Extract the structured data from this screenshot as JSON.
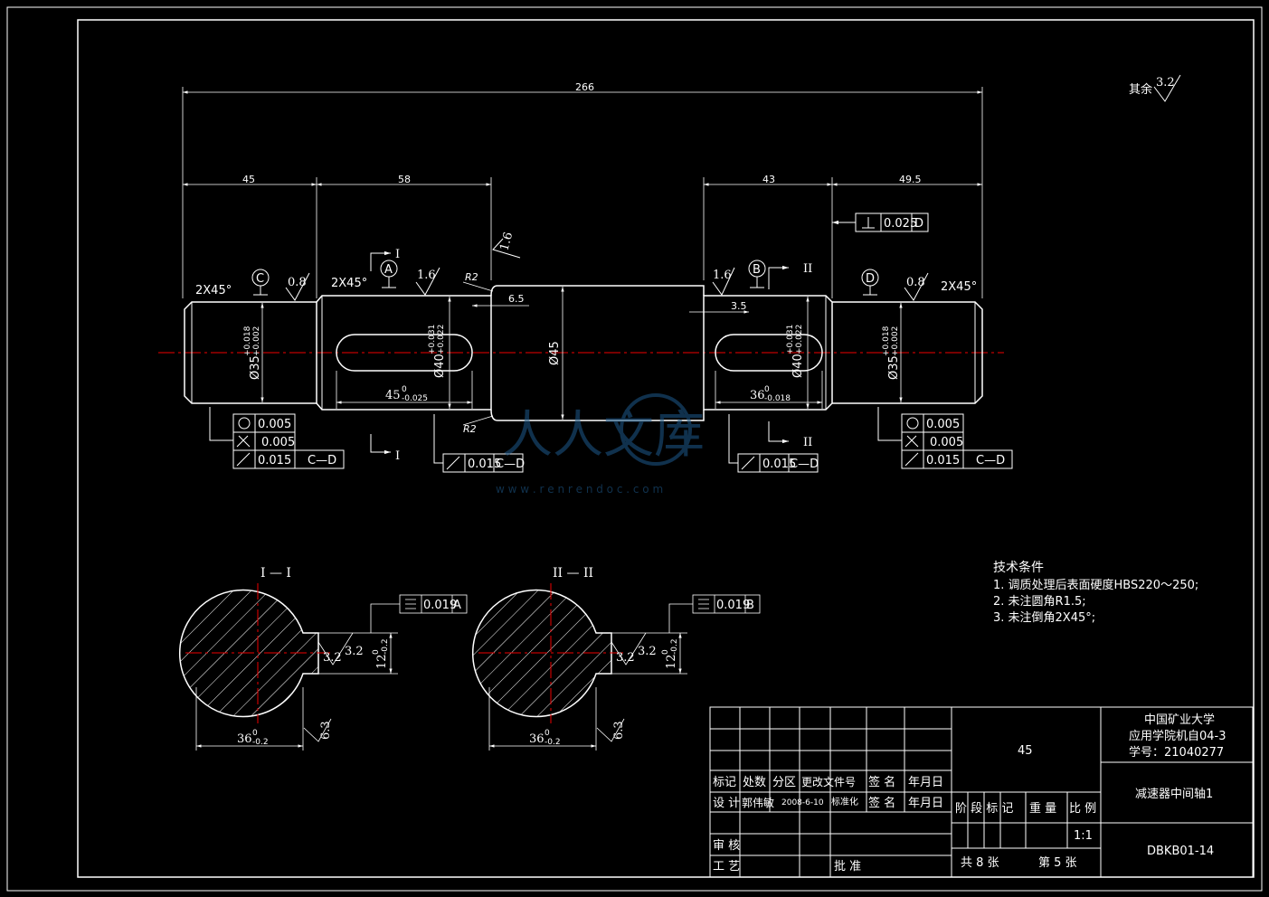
{
  "surface_roughness_note": {
    "prefix": "其余",
    "value": "3.2"
  },
  "dimensions": {
    "overall_length": "266",
    "seg1_length": "45",
    "seg2_length": "58",
    "seg4_length": "43",
    "seg5_length": "49.5",
    "dim_6_5": "6.5",
    "dim_3_5": "3.5",
    "dia_35_left": "Ø35",
    "dia_35_left_tol_upper": "+0.018",
    "dia_35_left_tol_lower": "+0.002",
    "dia_40_left": "Ø40",
    "dia_40_left_tol_upper": "+0.031",
    "dia_40_left_tol_lower": "+0.022",
    "dia_45": "Ø45",
    "dia_40_right": "Ø40",
    "dia_40_right_tol_upper": "+0.031",
    "dia_40_right_tol_lower": "+0.022",
    "dia_35_right": "Ø35",
    "dia_35_right_tol_upper": "+0.018",
    "dia_35_right_tol_lower": "+0.002",
    "keyway_left_len": "45",
    "keyway_left_tol_upper": "0",
    "keyway_left_tol_lower": "-0.025",
    "keyway_right_len": "36",
    "keyway_right_tol_upper": "0",
    "keyway_right_tol_lower": "-0.018",
    "chamfer_left": "2X45°",
    "chamfer_mid": "2X45°",
    "chamfer_right": "2X45°",
    "radius_top": "R2",
    "radius_bottom": "R2"
  },
  "roughness_marks": {
    "left_journal": "0.8",
    "left_step": "1.6",
    "shoulder": "1.6",
    "right_step": "1.6",
    "right_journal": "0.8",
    "section1_a": "3.2",
    "section1_b": "3.2",
    "section1_c": "6.3",
    "section2_a": "3.2",
    "section2_b": "3.2",
    "section2_c": "6.3"
  },
  "datums": {
    "c": "C",
    "a": "A",
    "b": "B",
    "d": "D"
  },
  "section_marks": {
    "one": "I",
    "two": "II"
  },
  "tolerance_frames": {
    "left_block": [
      {
        "value": "0.005",
        "datum": ""
      },
      {
        "value": "0.005",
        "datum": ""
      },
      {
        "value": "0.015",
        "datum": "C—D"
      }
    ],
    "mid_left": {
      "value": "0.015",
      "datum": "C—D"
    },
    "mid_right": {
      "value": "0.015",
      "datum": "C—D"
    },
    "right_block": [
      {
        "value": "0.005",
        "datum": ""
      },
      {
        "value": "0.005",
        "datum": ""
      },
      {
        "value": "0.015",
        "datum": "C—D"
      }
    ],
    "top_right": {
      "value": "0.025",
      "datum": "D"
    },
    "section1": {
      "value": "0.019",
      "datum": "A"
    },
    "section2": {
      "value": "0.019",
      "datum": "B"
    }
  },
  "sections": {
    "one": {
      "title": "I — I",
      "width": "36",
      "width_tol_upper": "0",
      "width_tol_lower": "-0.2",
      "depth": "12",
      "depth_tol_upper": "0",
      "depth_tol_lower": "-0.2"
    },
    "two": {
      "title": "II — II",
      "width": "36",
      "width_tol_upper": "0",
      "width_tol_lower": "-0.2",
      "depth": "12",
      "depth_tol_upper": "0",
      "depth_tol_lower": "-0.2"
    }
  },
  "tech_requirements": {
    "title": "技术条件",
    "items": [
      "1. 调质处理后表面硬度HBS220～250;",
      "2. 未注圆角R1.5;",
      "3. 未注倒角2X45°;"
    ]
  },
  "title_block": {
    "university": "中国矿业大学",
    "class": "应用学院机自04-3",
    "student_id": "学号：21040277",
    "material": "45",
    "part_name": "减速器中间轴1",
    "drawing_no": "DBKB01-14",
    "scale": "1:1",
    "total_sheets": "共 8 张",
    "sheet_no": "第 5 张",
    "headers": {
      "mark": "标记",
      "count": "处数",
      "zone": "分区",
      "doc_no": "更改文件号",
      "sign": "签 名",
      "date": "年月日",
      "design": "设 计",
      "designer": "郭伟敏",
      "design_date": "2008-6-10",
      "standard": "标准化",
      "sign2": "签 名",
      "date2": "年月日",
      "review": "审 核",
      "process": "工 艺",
      "approve": "批 准",
      "stage": "阶 段 标 记",
      "weight": "重 量",
      "ratio": "比 例"
    }
  },
  "watermark": {
    "text": "人人文库",
    "url": "w w w . r e n r e n d o c . c o m"
  }
}
